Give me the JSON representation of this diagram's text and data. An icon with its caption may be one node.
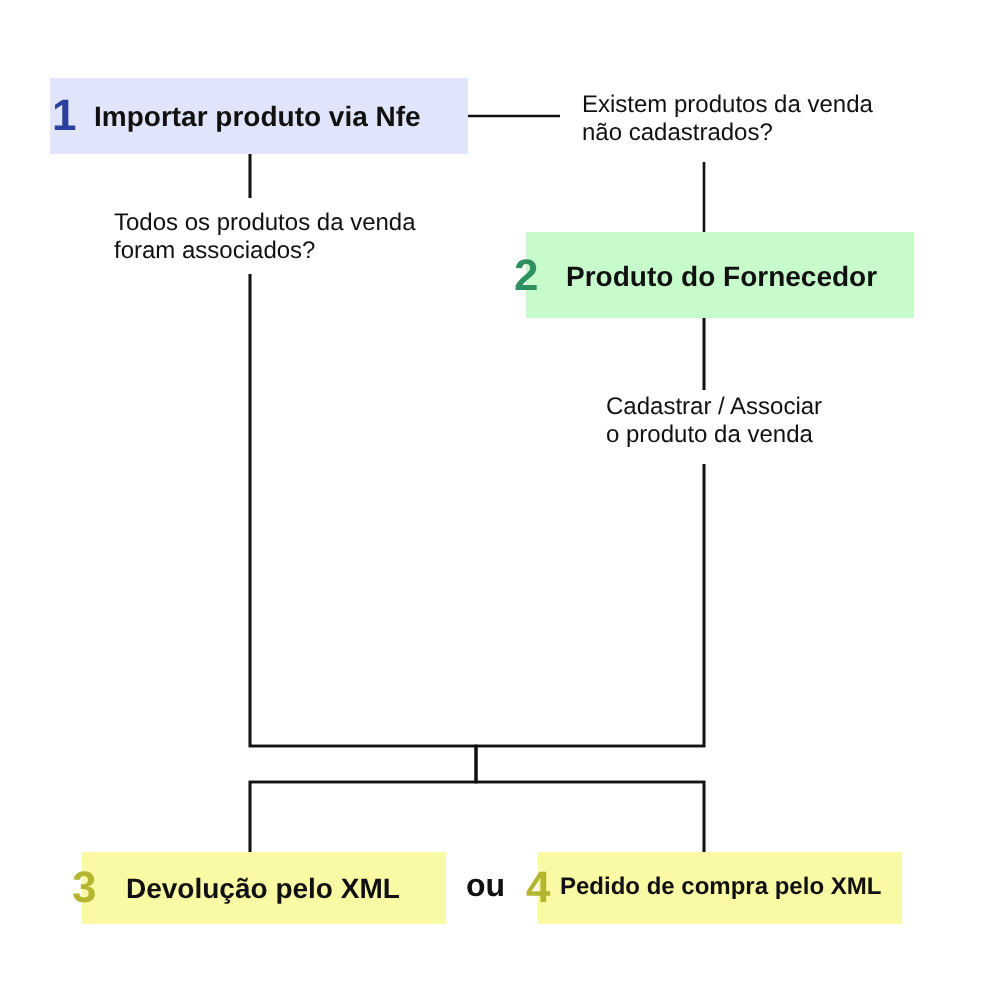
{
  "diagram": {
    "nodes": [
      {
        "text": [
          "1",
          "Importar produto via Nfe"
        ]
      },
      {
        "text": [
          "2",
          "Produto do Fornecedor"
        ]
      },
      {
        "text": [
          "3",
          "Devolução pelo XML"
        ]
      },
      {
        "text": [
          "4",
          "Pedido de compra pelo XML"
        ]
      }
    ],
    "edges": [
      {
        "from": 0,
        "to": 1,
        "arrow": "none",
        "label": "Existem produtos da venda não cadastrados?"
      },
      {
        "from": 0,
        "to": 2,
        "arrow": "none",
        "label": "Todos os produtos da venda foram associados?"
      },
      {
        "from": 0,
        "to": 3,
        "arrow": "none"
      },
      {
        "from": 1,
        "to": 2,
        "arrow": "none",
        "label": "Cadastrar / Associar o produto da venda"
      },
      {
        "from": 1,
        "to": 3,
        "arrow": "none"
      }
    ],
    "labels": [
      "ou"
    ]
  }
}
